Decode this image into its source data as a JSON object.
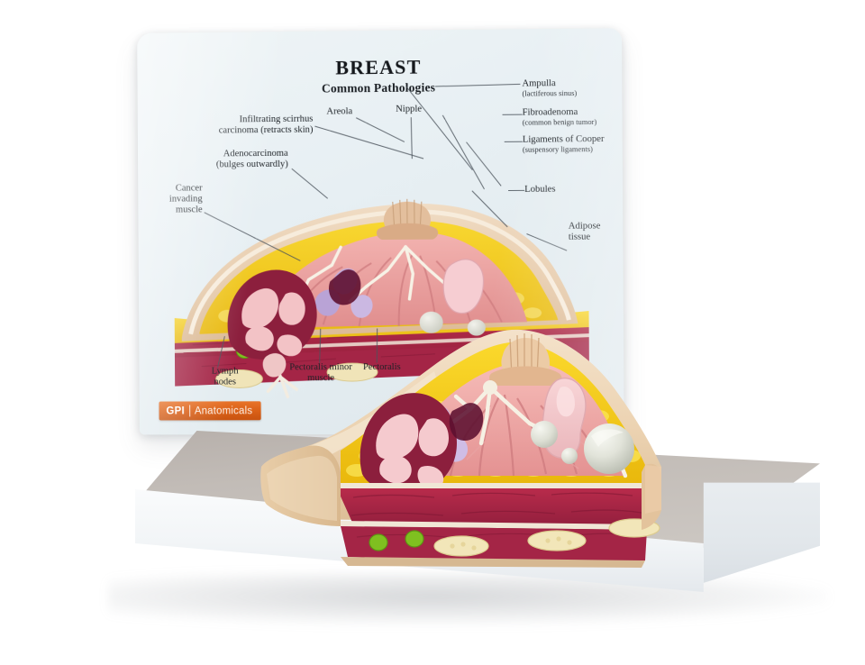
{
  "product": {
    "brand_bold": "GPI",
    "brand_light": "Anatomicals",
    "card_title": "BREAST",
    "card_subtitle": "Common Pathologies"
  },
  "labels": {
    "infiltrating": {
      "line1": "Infiltrating scirrhus",
      "line2": "carcinoma (retracts skin)"
    },
    "adenocarcinoma": {
      "line1": "Adenocarcinoma",
      "line2": "(bulges outwardly)"
    },
    "cancer_muscle": {
      "line1": "Cancer",
      "line2": "invading",
      "line3": "muscle"
    },
    "areola": {
      "line1": "Areola"
    },
    "nipple": {
      "line1": "Nipple"
    },
    "ampulla": {
      "line1": "Ampulla",
      "line2": "(lactiferous sinus)"
    },
    "fibroadenoma": {
      "line1": "Fibroadenoma",
      "line2": "(common benign tumor)"
    },
    "cooper": {
      "line1": "Ligaments of Cooper",
      "line2": "(suspensory ligaments)"
    },
    "lobules": {
      "line1": "Lobules"
    },
    "adipose": {
      "line1": "Adipose",
      "line2": "tissue"
    },
    "lymph": {
      "line1": "Lymph",
      "line2": "nodes"
    },
    "pec_minor": {
      "line1": "Pectoralis minor",
      "line2": "muscle"
    },
    "pec_major": {
      "line1": "Pectoralis"
    }
  },
  "colors": {
    "card_bg": "#e7eff3",
    "brand_orange": "#d95f16",
    "skin": "#e6c9a8",
    "adipose_yellow": "#f3c61d",
    "muscle_red": "#9e2443",
    "gland_pink": "#eda5a5",
    "tumor_pink": "#f2c3c8",
    "tumor_septa": "#8c1f3d",
    "lymph_green": "#7fc020",
    "cyst_gray": "#d9dbd2",
    "duct_white": "#f3efe2",
    "base_gray": "#c4bfba",
    "background": "#ffffff"
  }
}
